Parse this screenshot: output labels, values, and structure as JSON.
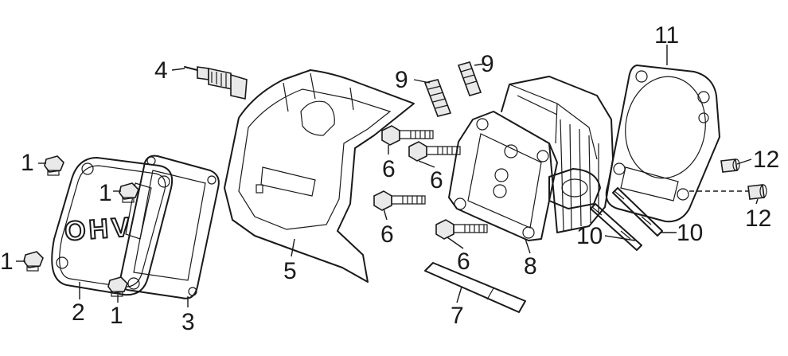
{
  "cover_marking": "OHV",
  "callouts": [
    {
      "id": "c1a",
      "label": "1"
    },
    {
      "id": "c1b",
      "label": "1"
    },
    {
      "id": "c1c",
      "label": "1"
    },
    {
      "id": "c1d",
      "label": "1"
    },
    {
      "id": "c2",
      "label": "2"
    },
    {
      "id": "c3",
      "label": "3"
    },
    {
      "id": "c4",
      "label": "4"
    },
    {
      "id": "c5",
      "label": "5"
    },
    {
      "id": "c6a",
      "label": "6"
    },
    {
      "id": "c6b",
      "label": "6"
    },
    {
      "id": "c6c",
      "label": "6"
    },
    {
      "id": "c6d",
      "label": "6"
    },
    {
      "id": "c7",
      "label": "7"
    },
    {
      "id": "c8",
      "label": "8"
    },
    {
      "id": "c9a",
      "label": "9"
    },
    {
      "id": "c9b",
      "label": "9"
    },
    {
      "id": "c10a",
      "label": "10"
    },
    {
      "id": "c10b",
      "label": "10"
    },
    {
      "id": "c11",
      "label": "11"
    },
    {
      "id": "c12a",
      "label": "12"
    },
    {
      "id": "c12b",
      "label": "12"
    }
  ]
}
